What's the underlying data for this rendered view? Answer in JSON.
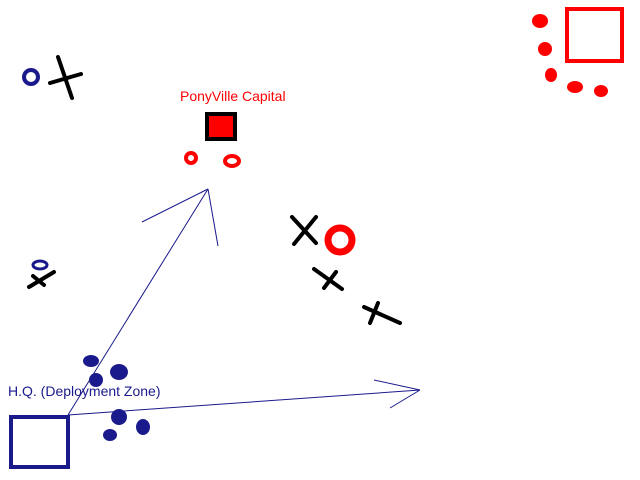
{
  "title": "Military map diagram",
  "colors": {
    "friendly": "#1a1a8c",
    "enemy": "#ff0000",
    "neutral": "#000000"
  },
  "labels": {
    "capital": "PonyVille Capital",
    "hq": "H.Q. (Deployment Zone)"
  },
  "legend_symbols": {
    "friendly_units": "blue filled dots",
    "enemy_units": "red filled dots / rings",
    "obstacles": "black crosses"
  }
}
